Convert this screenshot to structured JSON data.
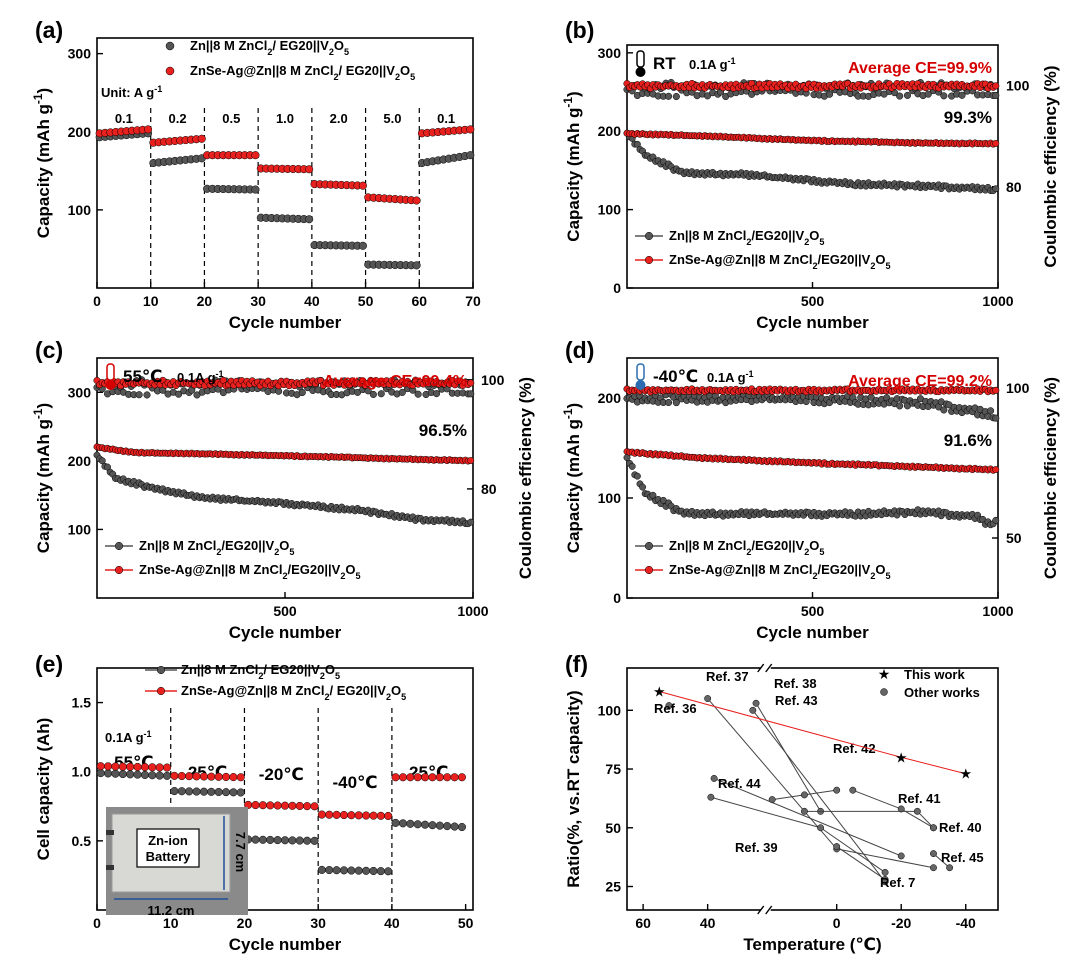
{
  "chart_data": [
    {
      "id": "a",
      "panel": "(a)",
      "type": "scatter",
      "xlabel": "Cycle number",
      "ylabel": "Capacity (mAh g⁻¹)",
      "xlim": [
        0,
        70
      ],
      "ylim": [
        0,
        320
      ],
      "xticks": [
        0,
        10,
        20,
        30,
        40,
        50,
        60,
        70
      ],
      "yticks": [
        100,
        200,
        300
      ],
      "unit_note": "Unit: A g⁻¹",
      "segment_labels": [
        "0.1",
        "0.2",
        "0.5",
        "1.0",
        "2.0",
        "5.0",
        "0.1"
      ],
      "segment_bounds": [
        10,
        20,
        30,
        40,
        50,
        60
      ],
      "series": [
        {
          "name": "Zn||8 M ZnCl₂/ EG20||V₂O₅",
          "color": "#555555",
          "segments": [
            {
              "x": [
                1,
                10
              ],
              "y": [
                193,
                198
              ]
            },
            {
              "x": [
                11,
                20
              ],
              "y": [
                160,
                166
              ]
            },
            {
              "x": [
                21,
                30
              ],
              "y": [
                127,
                126
              ]
            },
            {
              "x": [
                31,
                40
              ],
              "y": [
                90,
                88
              ]
            },
            {
              "x": [
                41,
                50
              ],
              "y": [
                55,
                54
              ]
            },
            {
              "x": [
                51,
                60
              ],
              "y": [
                30,
                29
              ]
            },
            {
              "x": [
                61,
                70
              ],
              "y": [
                160,
                170
              ]
            }
          ]
        },
        {
          "name": "ZnSe-Ag@Zn||8 M ZnCl₂/ EG20||V₂O₅",
          "color": "#e8201e",
          "segments": [
            {
              "x": [
                1,
                10
              ],
              "y": [
                198,
                203
              ]
            },
            {
              "x": [
                11,
                20
              ],
              "y": [
                186,
                191
              ]
            },
            {
              "x": [
                21,
                30
              ],
              "y": [
                170,
                170
              ]
            },
            {
              "x": [
                31,
                40
              ],
              "y": [
                153,
                152
              ]
            },
            {
              "x": [
                41,
                50
              ],
              "y": [
                133,
                131
              ]
            },
            {
              "x": [
                51,
                60
              ],
              "y": [
                116,
                112
              ]
            },
            {
              "x": [
                61,
                70
              ],
              "y": [
                198,
                203
              ]
            }
          ]
        }
      ]
    },
    {
      "id": "b",
      "panel": "(b)",
      "type": "scatter",
      "xlabel": "Cycle number",
      "ylabel": "Capacity (mAh g⁻¹)",
      "y2label": "Coulombic efficiency (%)",
      "xlim": [
        0,
        1000
      ],
      "ylim": [
        0,
        310
      ],
      "y2lim": [
        60,
        108
      ],
      "xticks": [
        500,
        1000
      ],
      "yticks": [
        0,
        100,
        200,
        300
      ],
      "y2ticks": [
        80,
        100
      ],
      "condition": "RT",
      "rate": "0.1A g⁻¹",
      "ce_note": "Average CE=99.9%",
      "retention": "99.3%",
      "series": [
        {
          "name": "Zn||8 M ZnCl₂/EG20||V₂O₅",
          "color": "#555555",
          "x": [
            0,
            50,
            150,
            300,
            600,
            800,
            1000
          ],
          "y": [
            197,
            170,
            147,
            145,
            133,
            130,
            126
          ]
        },
        {
          "name": "ZnSe-Ag@Zn||8 M ZnCl₂/EG20||V₂O₅",
          "color": "#e8201e",
          "x": [
            0,
            200,
            500,
            800,
            1000
          ],
          "y": [
            197,
            194,
            188,
            185,
            184
          ]
        }
      ],
      "ce_series": [
        {
          "name": "CE Zn",
          "color": "#555555",
          "x": [
            0,
            1000
          ],
          "y": [
            99.2,
            99.2
          ]
        },
        {
          "name": "CE ZnSe-Ag",
          "color": "#e8201e",
          "x": [
            0,
            1000
          ],
          "y": [
            99.9,
            99.9
          ]
        }
      ]
    },
    {
      "id": "c",
      "panel": "(c)",
      "type": "scatter",
      "xlabel": "Cycle number",
      "ylabel": "Capacity (mAh g⁻¹)",
      "y2label": "Coulombic efficiency (%)",
      "xlim": [
        0,
        1000
      ],
      "ylim": [
        0,
        350
      ],
      "y2lim": [
        60,
        104
      ],
      "xticks": [
        500,
        1000
      ],
      "yticks": [
        100,
        200,
        300
      ],
      "y2ticks": [
        80,
        100
      ],
      "condition": "55℃",
      "rate": "0.1A g⁻¹",
      "ce_note": "Average CE=99.4%",
      "retention": "96.5%",
      "series": [
        {
          "name": "Zn||8 M ZnCl₂/EG20||V₂O₅",
          "color": "#555555",
          "x": [
            0,
            50,
            150,
            300,
            500,
            700,
            850,
            1000
          ],
          "y": [
            208,
            175,
            160,
            145,
            138,
            128,
            115,
            110
          ]
        },
        {
          "name": "ZnSe-Ag@Zn||8 M ZnCl₂/EG20||V₂O₅",
          "color": "#e8201e",
          "x": [
            0,
            100,
            300,
            600,
            1000
          ],
          "y": [
            220,
            212,
            210,
            206,
            200
          ]
        }
      ],
      "ce_series": [
        {
          "name": "CE Zn",
          "color": "#555555",
          "x": [
            0,
            1000
          ],
          "y": [
            98.6,
            98.6
          ]
        },
        {
          "name": "CE ZnSe-Ag",
          "color": "#e8201e",
          "x": [
            0,
            1000
          ],
          "y": [
            99.4,
            99.4
          ]
        }
      ]
    },
    {
      "id": "d",
      "panel": "(d)",
      "type": "scatter",
      "xlabel": "Cycle number",
      "ylabel": "Capacity (mAh g⁻¹)",
      "y2label": "Coulombic efficiency (%)",
      "xlim": [
        0,
        1000
      ],
      "ylim": [
        0,
        240
      ],
      "y2lim": [
        30,
        110
      ],
      "xticks": [
        500,
        1000
      ],
      "yticks": [
        0,
        100,
        200
      ],
      "y2ticks": [
        50,
        100
      ],
      "condition": "-40℃",
      "rate": "0.1A g⁻¹",
      "ce_note": "Average CE=99.2%",
      "retention": "91.6%",
      "series": [
        {
          "name": "Zn||8 M ZnCl₂/EG20||V₂O₅",
          "color": "#555555",
          "x": [
            0,
            50,
            150,
            300,
            600,
            800,
            950,
            970,
            1000
          ],
          "y": [
            140,
            105,
            85,
            84,
            84,
            86,
            81,
            74,
            78
          ]
        },
        {
          "name": "ZnSe-Ag@Zn||8 M ZnCl₂/EG20||V₂O₅",
          "color": "#e8201e",
          "x": [
            0,
            200,
            500,
            800,
            1000
          ],
          "y": [
            146,
            140,
            135,
            131,
            128
          ]
        }
      ],
      "ce_series": [
        {
          "name": "CE Zn",
          "color": "#555555",
          "x": [
            0,
            300,
            600,
            800,
            900,
            1000
          ],
          "y": [
            96.5,
            96.5,
            96,
            95,
            93,
            91
          ]
        },
        {
          "name": "CE ZnSe-Ag",
          "color": "#e8201e",
          "x": [
            0,
            1000
          ],
          "y": [
            99.2,
            99.2
          ]
        }
      ]
    },
    {
      "id": "e",
      "panel": "(e)",
      "type": "scatter",
      "xlabel": "Cycle number",
      "ylabel": "Cell capacity (Ah)",
      "xlim": [
        0,
        51
      ],
      "ylim": [
        0,
        1.75
      ],
      "xticks": [
        0,
        10,
        20,
        30,
        40,
        50
      ],
      "yticks": [
        0.5,
        1.0,
        1.5
      ],
      "rate": "0.1A g⁻¹",
      "temperature_labels": [
        "55℃",
        "25℃",
        "-20℃",
        "-40℃",
        "25℃"
      ],
      "segment_bounds": [
        10,
        20,
        30,
        40
      ],
      "inset": {
        "label": "Zn-ion Battery",
        "width": "11.2 cm",
        "height": "7.7 cm"
      },
      "series": [
        {
          "name": "Zn||8 M ZnCl₂/ EG20||V₂O₅",
          "color": "#555555",
          "segments": [
            {
              "x": [
                1,
                10
              ],
              "y": [
                0.99,
                0.97
              ]
            },
            {
              "x": [
                11,
                20
              ],
              "y": [
                0.86,
                0.85
              ]
            },
            {
              "x": [
                21,
                30
              ],
              "y": [
                0.51,
                0.5
              ]
            },
            {
              "x": [
                31,
                40
              ],
              "y": [
                0.29,
                0.28
              ]
            },
            {
              "x": [
                41,
                50
              ],
              "y": [
                0.63,
                0.6
              ]
            }
          ]
        },
        {
          "name": "ZnSe-Ag@Zn||8 M ZnCl₂/ EG20||V₂O₅",
          "color": "#e8201e",
          "segments": [
            {
              "x": [
                1,
                10
              ],
              "y": [
                1.04,
                1.03
              ]
            },
            {
              "x": [
                11,
                20
              ],
              "y": [
                0.97,
                0.96
              ]
            },
            {
              "x": [
                21,
                30
              ],
              "y": [
                0.76,
                0.75
              ]
            },
            {
              "x": [
                31,
                40
              ],
              "y": [
                0.69,
                0.68
              ]
            },
            {
              "x": [
                41,
                50
              ],
              "y": [
                0.96,
                0.96
              ]
            }
          ]
        }
      ]
    },
    {
      "id": "f",
      "panel": "(f)",
      "type": "scatter",
      "xlabel": "Temperature (℃)",
      "ylabel": "Ratio(%, vs.RT capacity)",
      "xlim": [
        65,
        -50
      ],
      "ylim": [
        15,
        118
      ],
      "xticks": [
        60,
        40,
        0,
        -20,
        -40
      ],
      "yticks": [
        25,
        50,
        75,
        100
      ],
      "axis_break": true,
      "this_work": {
        "name": "This work",
        "color": "#e8201e",
        "x": [
          55,
          -20,
          -40
        ],
        "y": [
          108,
          80,
          73
        ]
      },
      "other_works_name": "Other works",
      "other_works": [
        {
          "ref": "Ref. 36",
          "x": [
            52
          ],
          "y": [
            102
          ]
        },
        {
          "ref": "Ref. 37",
          "x": [
            40,
            0,
            -30
          ],
          "y": [
            105,
            41,
            33
          ]
        },
        {
          "ref": "Ref. 38",
          "x": [
            25,
            5
          ],
          "y": [
            103,
            57
          ]
        },
        {
          "ref": "Ref. 43",
          "x": [
            26,
            -15
          ],
          "y": [
            100,
            27
          ]
        },
        {
          "ref": "Ref. 44",
          "x": [
            38,
            -20
          ],
          "y": [
            71,
            38
          ]
        },
        {
          "ref": "Ref. 39",
          "x": [
            39,
            5,
            -15
          ],
          "y": [
            63,
            50,
            31
          ]
        },
        {
          "ref": "Ref. 42",
          "x": [
            0,
            10,
            20
          ],
          "y": [
            66,
            64,
            62
          ]
        },
        {
          "ref": "Ref. 41",
          "x": [
            -5,
            -20,
            -30
          ],
          "y": [
            66,
            58,
            50
          ]
        },
        {
          "ref": "Ref. 40",
          "x": [
            10,
            -25,
            -30
          ],
          "y": [
            57,
            57,
            50
          ]
        },
        {
          "ref": "Ref. 45",
          "x": [
            -30,
            -35
          ],
          "y": [
            39,
            33
          ]
        },
        {
          "ref": "Ref. 7",
          "x": [
            0,
            -15
          ],
          "y": [
            42,
            28
          ]
        }
      ]
    }
  ]
}
